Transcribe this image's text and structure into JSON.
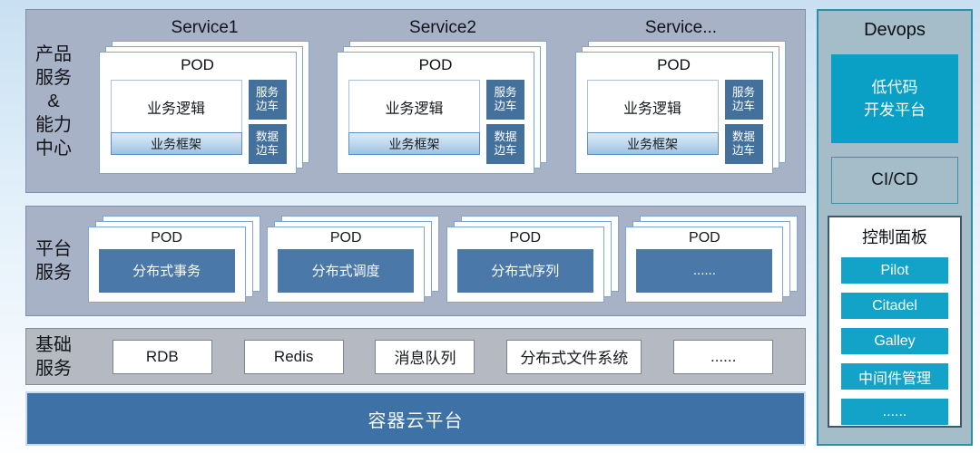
{
  "product_row": {
    "label": "产品\n服务\n&\n能力\n中心",
    "services": [
      {
        "title": "Service1"
      },
      {
        "title": "Service2"
      },
      {
        "title": "Service..."
      }
    ],
    "pod": {
      "title": "POD",
      "logic": "业务逻辑",
      "framework": "业务框架",
      "sidecar_service": "服务\n边车",
      "sidecar_data": "数据\n边车"
    }
  },
  "platform_row": {
    "label": "平台\n服务",
    "pod_title": "POD",
    "pods": [
      {
        "name": "分布式事务"
      },
      {
        "name": "分布式调度"
      },
      {
        "name": "分布式序列"
      },
      {
        "name": "......"
      }
    ]
  },
  "base_row": {
    "label": "基础\n服务",
    "items": [
      {
        "name": "RDB"
      },
      {
        "name": "Redis"
      },
      {
        "name": "消息队列"
      },
      {
        "name": "分布式文件系统"
      },
      {
        "name": "......"
      }
    ]
  },
  "container_platform": {
    "label": "容器云平台"
  },
  "devops": {
    "title": "Devops",
    "lowcode_label": "低代码\n开发平台",
    "cicd_label": "CI/CD",
    "control_panel": {
      "title": "控制面板",
      "buttons": [
        {
          "label": "Pilot"
        },
        {
          "label": "Citadel"
        },
        {
          "label": "Galley"
        },
        {
          "label": "中间件管理"
        },
        {
          "label": "......"
        }
      ]
    }
  },
  "colors": {
    "row_bg": "#a8b2c6",
    "base_row_bg": "#b5b9c1",
    "steel_blue": "#3e72a6",
    "sidecar_blue": "#44709c",
    "platform_box_blue": "#4a78a8",
    "devops_bg": "#a4bdc8",
    "devops_border": "#2e8fab",
    "accent_cyan": "#0aa0c5",
    "card_border": "#7ea6cf"
  }
}
